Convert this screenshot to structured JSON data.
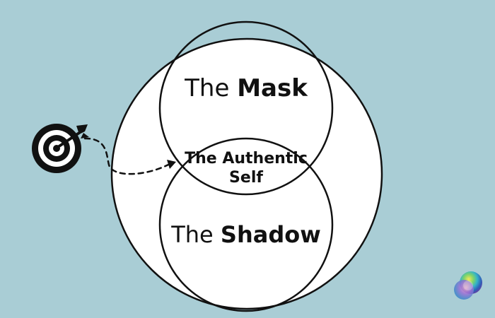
{
  "diagram": {
    "outer_label": "",
    "regions": [
      {
        "id": "mask",
        "label_regular": "The ",
        "label_bold": "Mask"
      },
      {
        "id": "shadow",
        "label_regular": "The ",
        "label_bold": "Shadow"
      }
    ],
    "center": {
      "line1": "The Authentic",
      "line2": "Self"
    }
  },
  "icons": {
    "target": "target-with-arrow-icon",
    "logo": "watercolor-globe-logo"
  },
  "colors": {
    "background": "#a9cdd5",
    "circle_fill": "#ffffff",
    "stroke": "#111111"
  }
}
